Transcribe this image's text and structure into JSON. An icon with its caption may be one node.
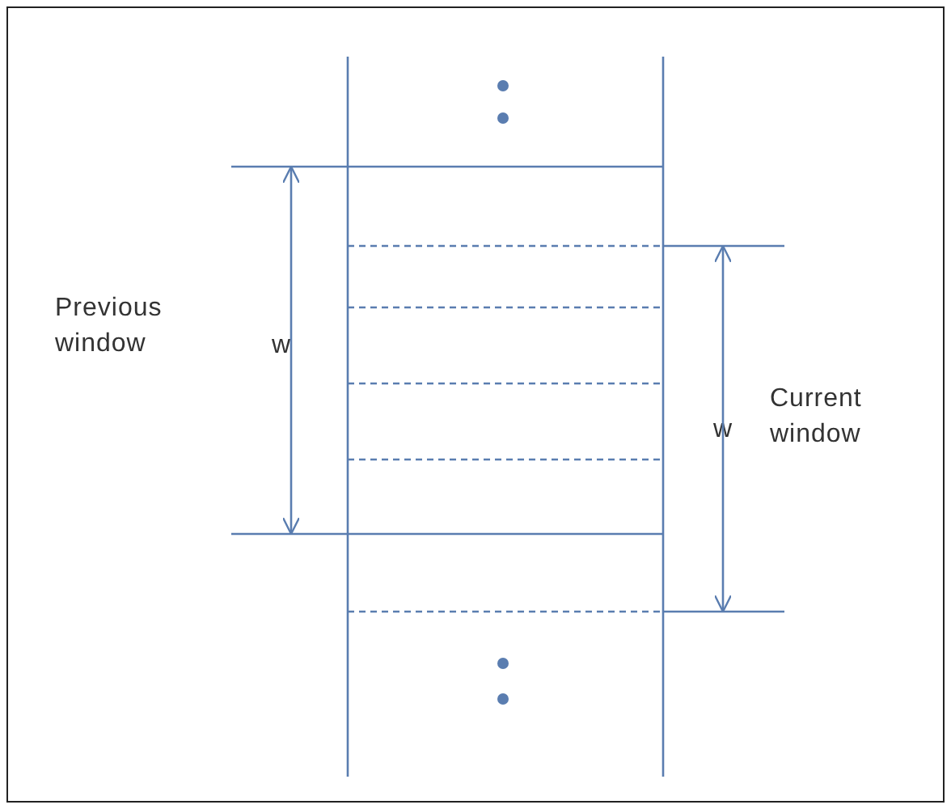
{
  "diagram": {
    "labels": [
      "Previous window",
      "w",
      "Current window",
      "w"
    ]
  }
}
